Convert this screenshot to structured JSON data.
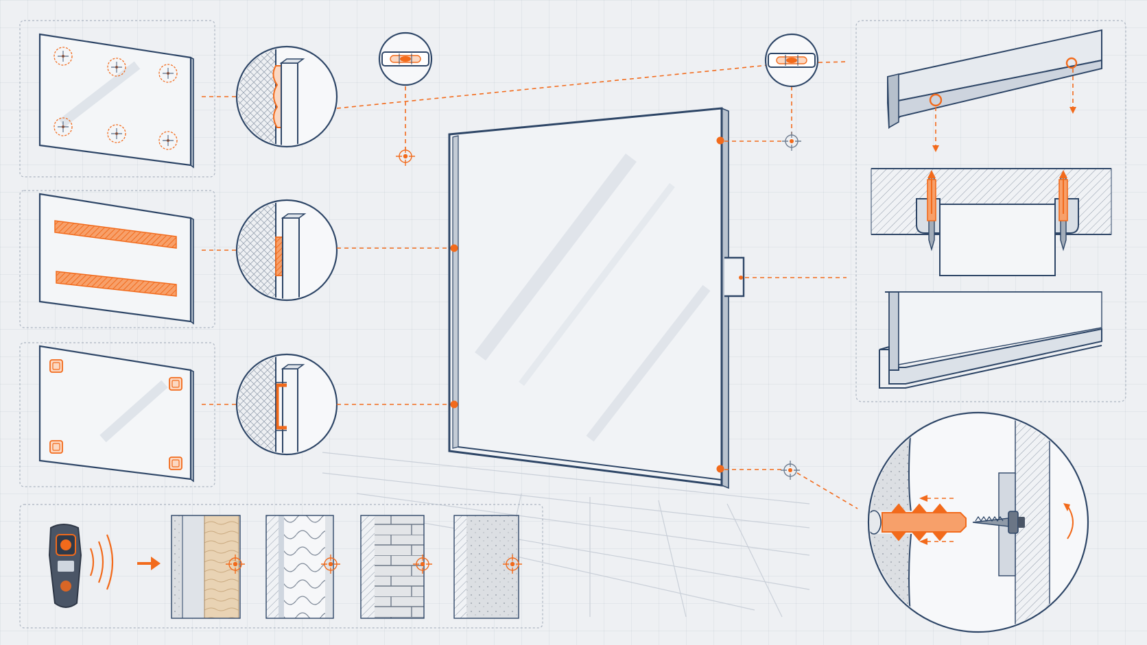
{
  "colors": {
    "accent": "#f26a1b",
    "line": "#2d4566",
    "background": "#eef0f3"
  },
  "icons": [
    "mirror-panel",
    "adhesive-dot",
    "adhesive-strip",
    "mounting-clip",
    "bubble-level-icon",
    "crosshair-icon",
    "aluminium-rail",
    "screw-icon",
    "wall-plug-icon",
    "stud-finder-icon",
    "scan-wave-icon",
    "arrow-right-icon",
    "rotate-icon"
  ],
  "wall_types": [
    "timber-stud",
    "insulated-drywall",
    "brick",
    "concrete"
  ]
}
